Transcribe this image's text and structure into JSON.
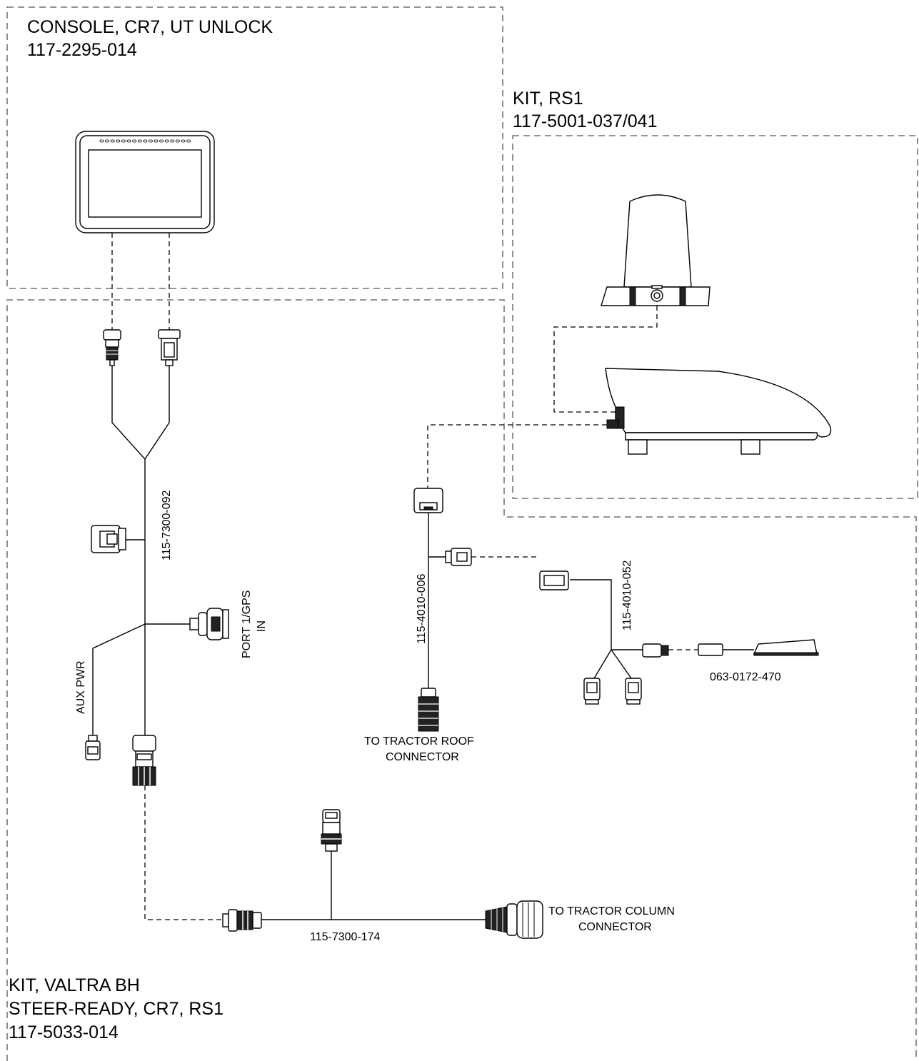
{
  "kits": {
    "console": {
      "title": "CONSOLE, CR7, UT UNLOCK",
      "part": "117-2295-014"
    },
    "rs1": {
      "title": "KIT, RS1",
      "part": "117-5001-037/041"
    },
    "valtra": {
      "title": "KIT, VALTRA BH",
      "subtitle": "STEER-READY, CR7, RS1",
      "part": "117-5033-014"
    }
  },
  "cables": {
    "main_harness": "115-7300-092",
    "roof_cable": "115-4010-006",
    "switch_cable": "115-4010-052",
    "column_cable": "115-7300-174"
  },
  "labels": {
    "port_line1": "PORT 1/GPS",
    "port_line2": "IN",
    "aux_pwr": "AUX PWR",
    "foot_switch_part": "063-0172-470",
    "roof_line1": "TO TRACTOR ROOF",
    "roof_line2": "CONNECTOR",
    "column_line1": "TO TRACTOR COLUMN",
    "column_line2": "CONNECTOR"
  }
}
